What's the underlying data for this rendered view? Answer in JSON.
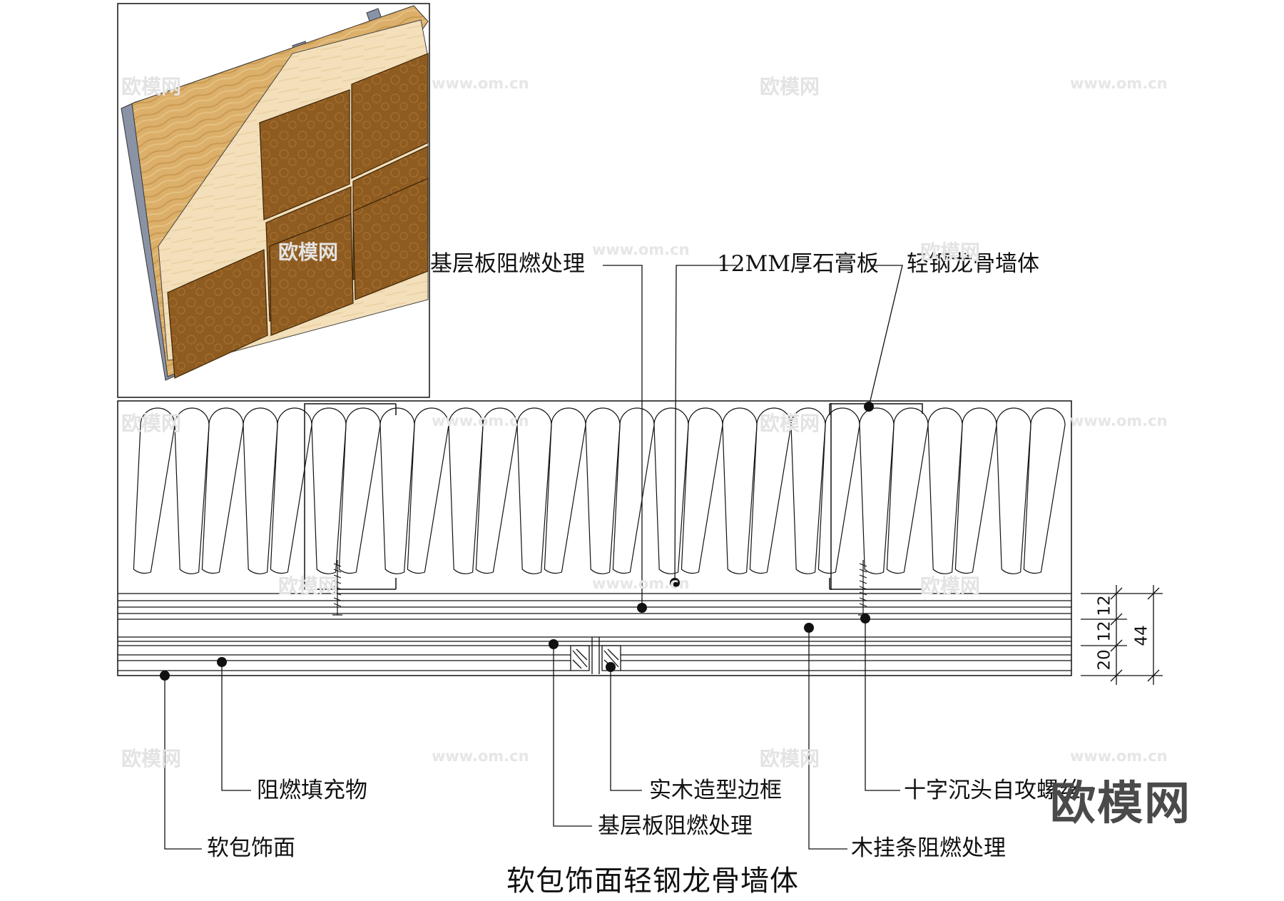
{
  "diagram": {
    "title": "软包饰面轻钢龙骨墙体",
    "labels": {
      "base_board_top": "基层板阻燃处理",
      "gypsum": "12MM厚石膏板",
      "steel_stud_wall": "轻钢龙骨墙体",
      "filler": "阻燃填充物",
      "soft_finish": "软包饰面",
      "wood_frame": "实木造型边框",
      "base_board_bottom": "基层板阻燃处理",
      "screw": "十字沉头自攻螺丝",
      "wood_strip": "木挂条阻燃处理"
    },
    "dimensions": {
      "d1": "12",
      "d2": "12",
      "d3": "20",
      "total": "44"
    }
  },
  "watermark": {
    "brand": "欧模网",
    "url": "www.om.cn"
  },
  "colors": {
    "line": "#111111",
    "steel": "#8a93a6",
    "plywood": "#d9b06a",
    "plywood_light": "#f1dcb4",
    "leather": "#8a5a1f",
    "leather_dark": "#6d4515"
  }
}
